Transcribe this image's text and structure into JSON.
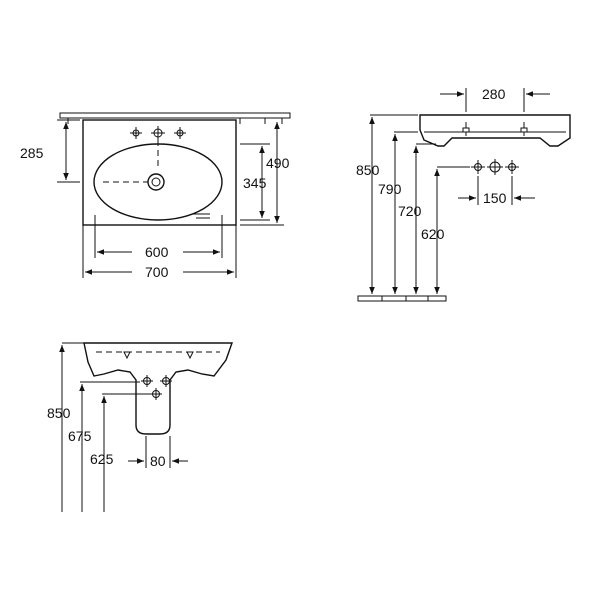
{
  "colors": {
    "line": "#111111",
    "background": "#ffffff"
  },
  "views": {
    "top": {
      "width_outer": "700",
      "width_bowl": "600",
      "depth_total": "490",
      "bowl_depth": "345",
      "tap_depth": "285"
    },
    "side": {
      "top_width": "280",
      "height_rim": "850",
      "height_790": "790",
      "height_720": "720",
      "height_620": "620",
      "fixing_spacing": "150"
    },
    "front": {
      "height_rim": "850",
      "height_675": "675",
      "height_625": "625",
      "siphon_width": "80"
    }
  }
}
